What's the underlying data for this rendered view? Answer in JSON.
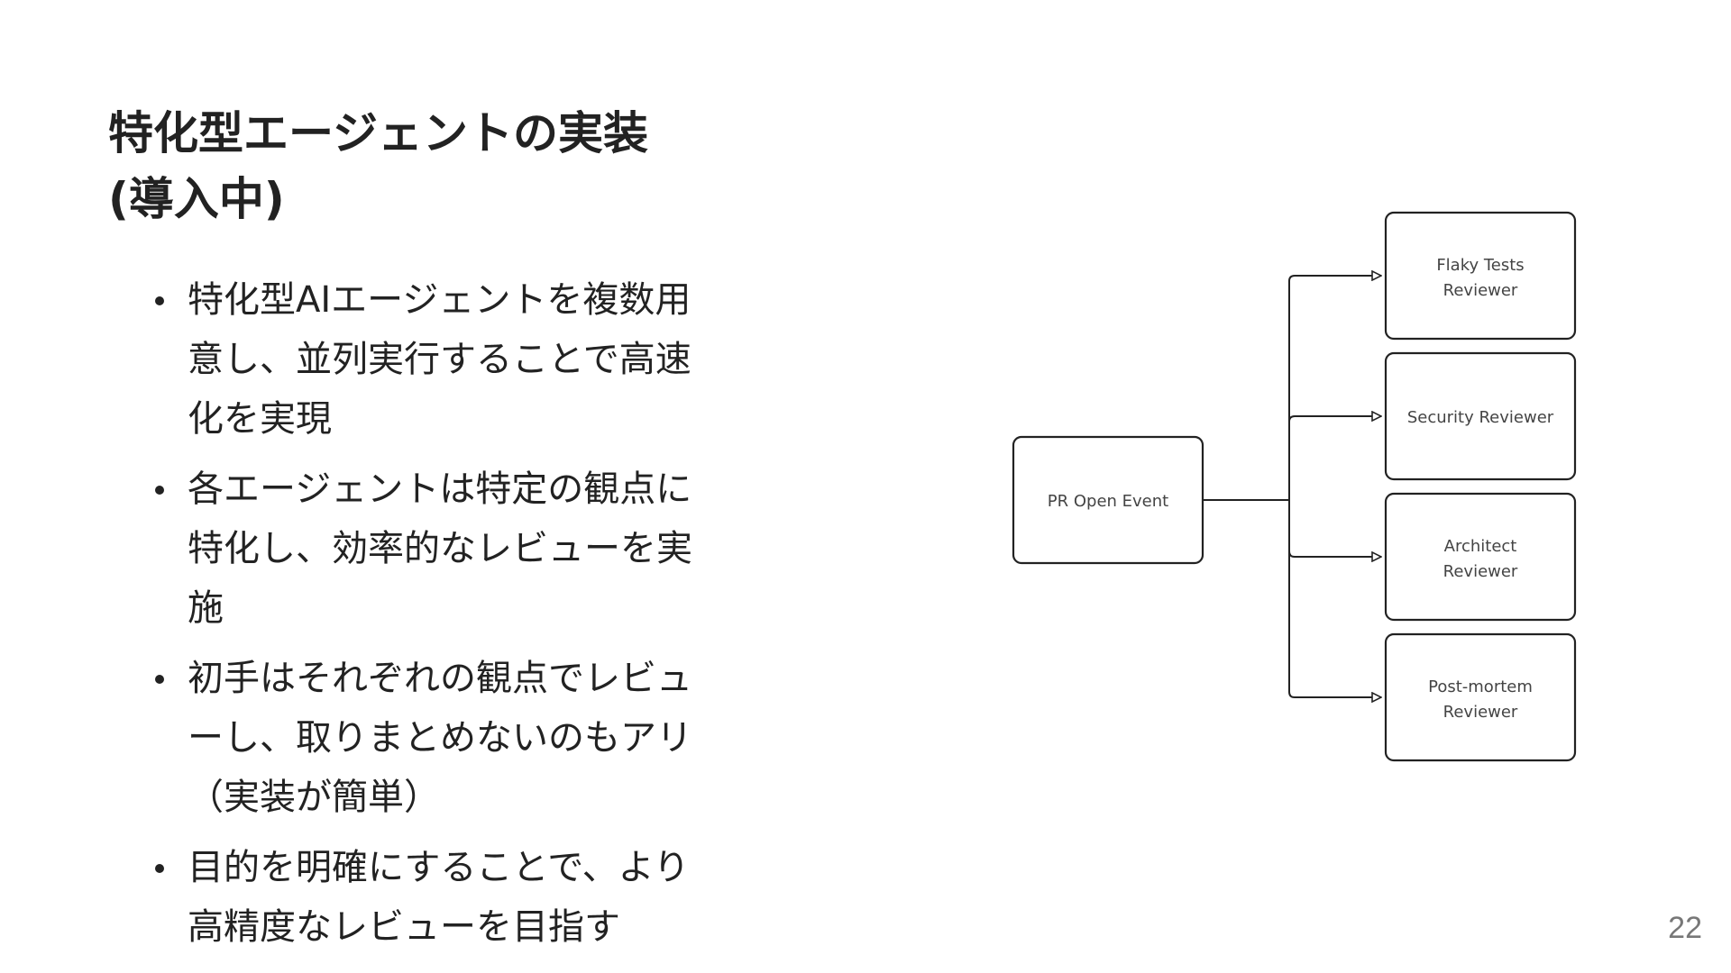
{
  "slide": {
    "title_line1": "特化型エージェントの実装",
    "title_line2": "(導入中)",
    "bullets": [
      {
        "lines": [
          "特化型AIエージェントを複数用",
          "意し、並列実行することで高速",
          "化を実現"
        ]
      },
      {
        "lines": [
          "各エージェントは特定の観点に",
          "特化し、効率的なレビューを実",
          "施"
        ]
      },
      {
        "lines": [
          "初手はそれぞれの観点でレビュ",
          "ーし、取りまとめないのもアリ",
          "（実装が簡単）"
        ]
      },
      {
        "lines": [
          "目的を明確にすることで、より",
          "高精度なレビューを目指す"
        ]
      }
    ],
    "page_number": "22"
  },
  "diagram": {
    "source": {
      "label": "PR Open Event"
    },
    "targets": [
      {
        "lines": [
          "Flaky Tests",
          "Reviewer"
        ]
      },
      {
        "lines": [
          "Security Reviewer"
        ]
      },
      {
        "lines": [
          "Architect",
          "Reviewer"
        ]
      },
      {
        "lines": [
          "Post-mortem",
          "Reviewer"
        ]
      }
    ],
    "colors": {
      "stroke": "#222222",
      "text": "#444444",
      "background": "#ffffff"
    }
  }
}
